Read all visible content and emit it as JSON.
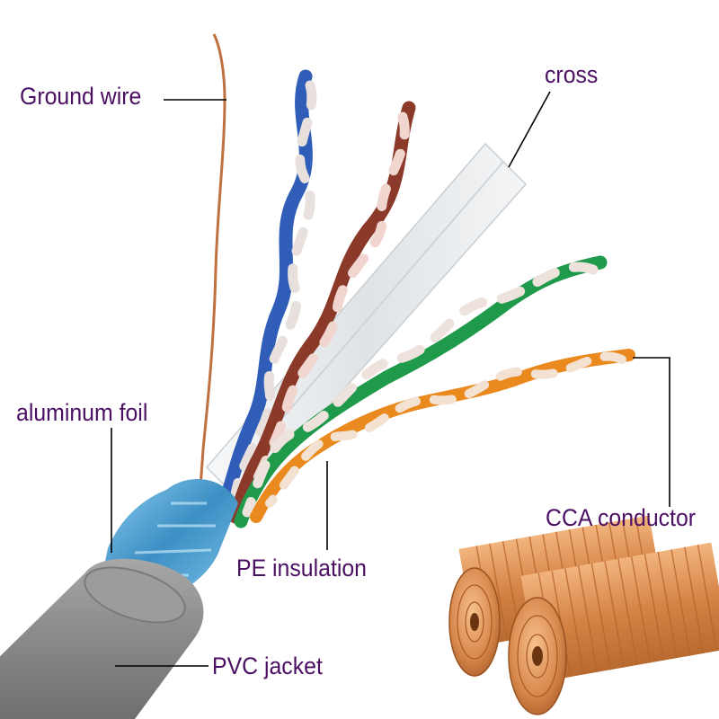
{
  "labels": {
    "ground_wire": "Ground wire",
    "cross": "cross",
    "aluminum_foil": "aluminum foil",
    "cca_conductor": "CCA conductor",
    "pe_insulation": "PE insulation",
    "pvc_jacket": "PVC jacket"
  },
  "colors": {
    "label_text": "#4b0f63",
    "leader_line": "#000000",
    "pvc_jacket": "#8e8e8e",
    "aluminum_foil": "#5aa7d6",
    "ground_wire": "#c0703f",
    "pair_blue": "#2f5db8",
    "pair_brown": "#8b3a2a",
    "pair_green": "#1f9a4a",
    "pair_orange": "#ea8a1e",
    "cross_separator": "#eceff1",
    "copper_coil": "#d98a4e"
  }
}
